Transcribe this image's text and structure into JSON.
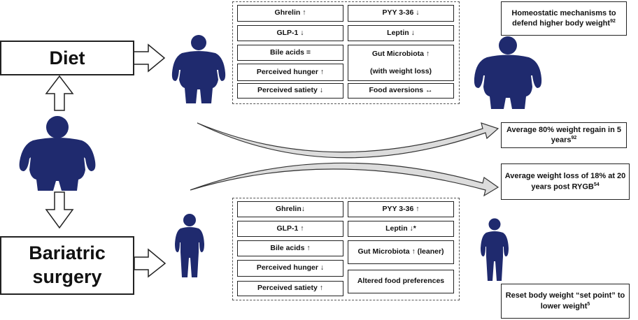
{
  "colors": {
    "figure": "#1f2a6e",
    "border": "#222222",
    "arrow_fill": "#dcdcdc"
  },
  "labels": {
    "diet": "Diet",
    "bariatric_line1": "Bariatric",
    "bariatric_line2": "surgery"
  },
  "diet_panel": {
    "cells": [
      "Ghrelin ↑",
      "PYY 3-36 ↓",
      "GLP-1 ↓",
      "Leptin ↓",
      "Bile acids =",
      "Gut Microbiota ↑",
      "Perceived hunger ↑",
      "(with weight loss)",
      "Perceived satiety ↓",
      "Food aversions ↔"
    ]
  },
  "surgery_panel": {
    "cells": [
      "Ghrelin↓",
      "PYY 3-36 ↑",
      "GLP-1 ↑",
      "Leptin ↓*",
      "Bile acids ↑",
      "Gut Microbiota ↑ (leaner)",
      "Perceived hunger ↓",
      "Altered food preferences",
      "Perceived satiety ↑"
    ]
  },
  "notes": {
    "homeostatic_text": "Homeostatic mechanisms to defend higher body weight",
    "homeostatic_ref": "92",
    "regain_text": "Average 80% weight regain in 5 years",
    "regain_ref": "92",
    "loss_text": "Average weight loss of 18% at 20 years post RYGB",
    "loss_ref": "54",
    "setpoint_text": "Reset body weight “set point” to lower weight",
    "setpoint_ref": "5"
  }
}
